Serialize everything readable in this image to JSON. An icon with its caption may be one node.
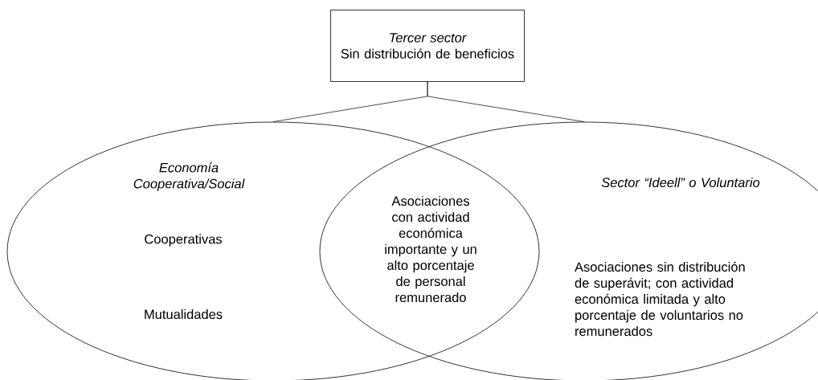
{
  "diagram": {
    "nodes": [
      {
        "text": [
          "Tercer sector",
          "Sin distribución de beneficios"
        ]
      },
      {
        "text": [
          "Economía Cooperativa/Social",
          "Cooperativas",
          "Mutualidades"
        ]
      },
      {
        "text": [
          "Sector “Ideell” o Voluntario",
          "Asociaciones sin distribución de superávit; con actividad económica limitada y alto porcentaje de voluntarios no remunerados"
        ]
      }
    ],
    "edges": [
      {
        "from": 0,
        "to": 1,
        "arrow": "none"
      },
      {
        "from": 0,
        "to": 2,
        "arrow": "none"
      }
    ],
    "labels": [
      "Asociaciones con actividad económica importante y un alto porcentaje de personal remunerado"
    ]
  }
}
